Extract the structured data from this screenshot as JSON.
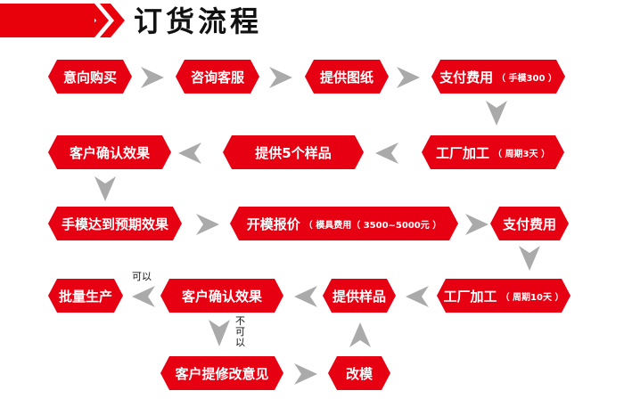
{
  "header": {
    "title": "订货流程"
  },
  "nodes": {
    "n1": "意向购买",
    "n2": "咨询客服",
    "n3": "提供图纸",
    "n4": {
      "label": "支付费用",
      "note": "（ 手模300 ）"
    },
    "n5": {
      "label": "工厂加工",
      "note": "（ 周期3天 ）"
    },
    "n6": "提供5个样品",
    "n7": "客户确认效果",
    "n8": "手模达到预期效果",
    "n9": {
      "label": "开模报价",
      "note": "（ 模具费用（ 3500~5000元 ）"
    },
    "n10": "支付费用",
    "n11": {
      "label": "工厂加工",
      "note": "（ 周期10天 ）"
    },
    "n12": "提供样品",
    "n13": "客户确认效果",
    "n14": "批量生产",
    "n15": "客户提修改意见",
    "n16": "改模"
  },
  "labels": {
    "yes": "可以",
    "no": "不可以"
  },
  "colors": {
    "accent": "#e60012",
    "arrow": "#aaaaaa"
  }
}
